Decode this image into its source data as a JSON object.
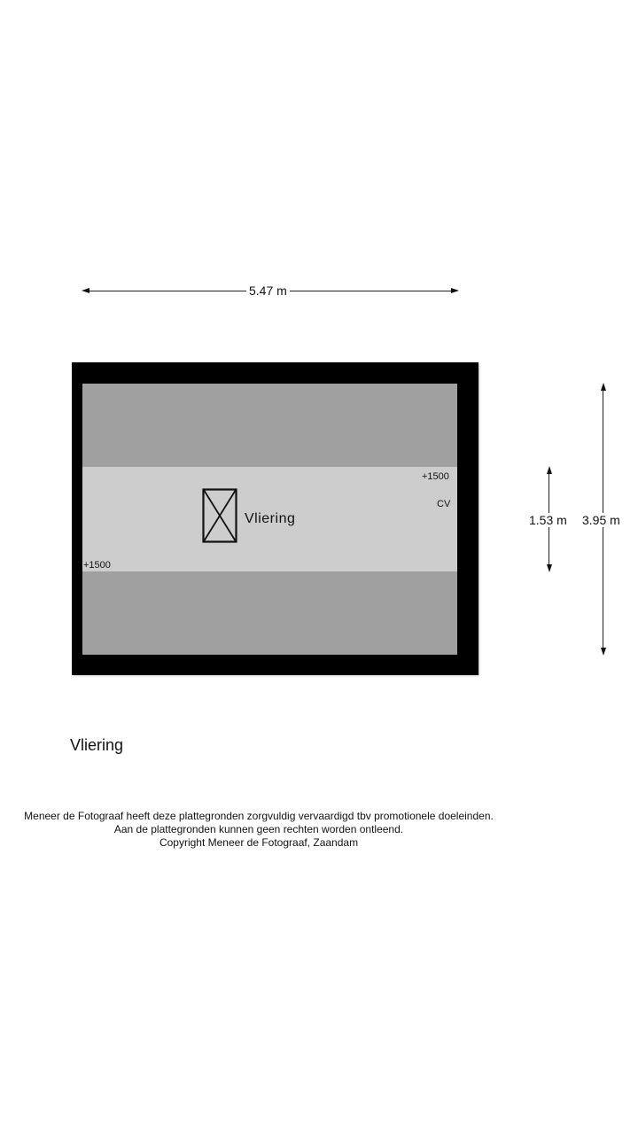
{
  "floorplan": {
    "dimensions": {
      "width_label": "5.47 m",
      "depth_label": "3.95 m",
      "headroom_zone_label": "1.53 m"
    },
    "room": {
      "name": "Vliering",
      "annotations": {
        "height_top_right": "+1500",
        "height_bottom_left": "+1500",
        "equipment": "CV"
      },
      "hatch_symbol": "attic-hatch-icon"
    },
    "colors": {
      "wall": "#000000",
      "low_ceiling_zone": "#a0a0a0",
      "full_height_zone": "#cdcdcd"
    }
  },
  "caption": "Vliering",
  "disclaimer": {
    "line1": "Meneer de Fotograaf heeft deze plattegronden zorgvuldig vervaardigd tbv promotionele doeleinden.",
    "line2": "Aan de plattegronden kunnen geen rechten worden ontleend.",
    "line3": "Copyright Meneer de Fotograaf, Zaandam"
  }
}
